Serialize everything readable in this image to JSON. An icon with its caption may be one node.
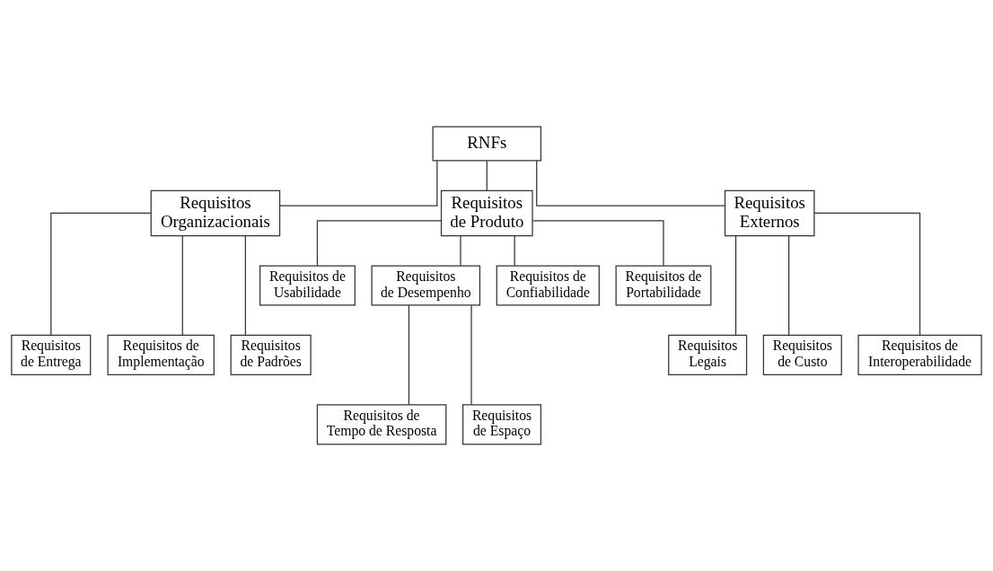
{
  "diagram": {
    "nodes": [
      {
        "text": [
          "RNFs"
        ]
      },
      {
        "text": [
          "Requisitos Organizacionais"
        ]
      },
      {
        "text": [
          "Requisitos de Produto"
        ]
      },
      {
        "text": [
          "Requisitos Externos"
        ]
      },
      {
        "text": [
          "Requisitos de Usabilidade"
        ]
      },
      {
        "text": [
          "Requisitos de Desempenho"
        ]
      },
      {
        "text": [
          "Requisitos de Confiabilidade"
        ]
      },
      {
        "text": [
          "Requisitos de Portabilidade"
        ]
      },
      {
        "text": [
          "Requisitos de Entrega"
        ]
      },
      {
        "text": [
          "Requisitos de Implementação"
        ]
      },
      {
        "text": [
          "Requisitos de Padrões"
        ]
      },
      {
        "text": [
          "Requisitos Legais"
        ]
      },
      {
        "text": [
          "Requisitos de Custo"
        ]
      },
      {
        "text": [
          "Requisitos de Interoperabilidade"
        ]
      },
      {
        "text": [
          "Requisitos de Tempo de Resposta"
        ]
      },
      {
        "text": [
          "Requisitos de Espaço"
        ]
      }
    ],
    "edges": [
      {
        "from": 0,
        "to": 1,
        "arrow": "none"
      },
      {
        "from": 0,
        "to": 2,
        "arrow": "none"
      },
      {
        "from": 0,
        "to": 3,
        "arrow": "none"
      },
      {
        "from": 2,
        "to": 4,
        "arrow": "none"
      },
      {
        "from": 2,
        "to": 5,
        "arrow": "none"
      },
      {
        "from": 2,
        "to": 6,
        "arrow": "none"
      },
      {
        "from": 2,
        "to": 7,
        "arrow": "none"
      },
      {
        "from": 1,
        "to": 8,
        "arrow": "none"
      },
      {
        "from": 1,
        "to": 9,
        "arrow": "none"
      },
      {
        "from": 1,
        "to": 10,
        "arrow": "none"
      },
      {
        "from": 3,
        "to": 11,
        "arrow": "none"
      },
      {
        "from": 3,
        "to": 12,
        "arrow": "none"
      },
      {
        "from": 3,
        "to": 13,
        "arrow": "none"
      },
      {
        "from": 5,
        "to": 14,
        "arrow": "none"
      },
      {
        "from": 5,
        "to": 15,
        "arrow": "none"
      }
    ]
  }
}
